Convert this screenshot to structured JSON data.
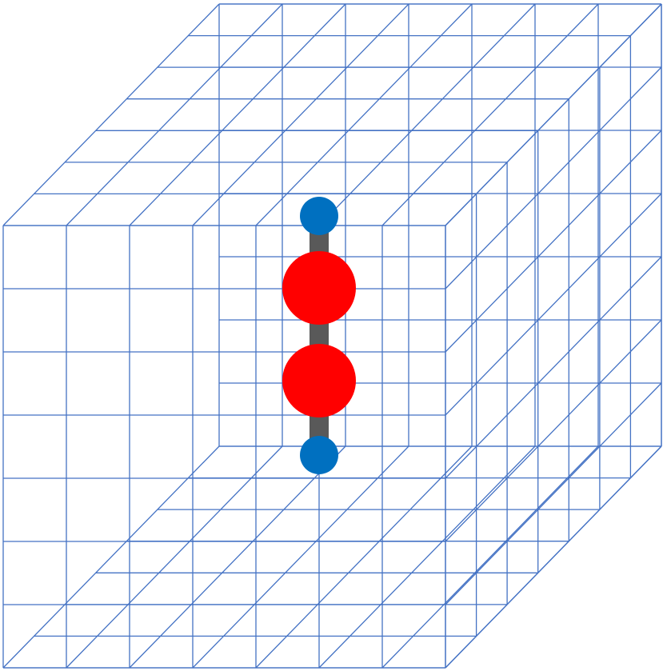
{
  "colors": {
    "background": "#ffffff",
    "grid_line": "#4472C4",
    "bond": "#595959",
    "large_atom": "#FF0000",
    "small_atom": "#0070C0"
  },
  "grid": {
    "divisions": 7
  },
  "molecule": {
    "atoms": [
      {
        "role": "end-atom",
        "size": "small"
      },
      {
        "role": "center-atom",
        "size": "large"
      },
      {
        "role": "center-atom",
        "size": "large"
      },
      {
        "role": "end-atom",
        "size": "small"
      }
    ]
  }
}
